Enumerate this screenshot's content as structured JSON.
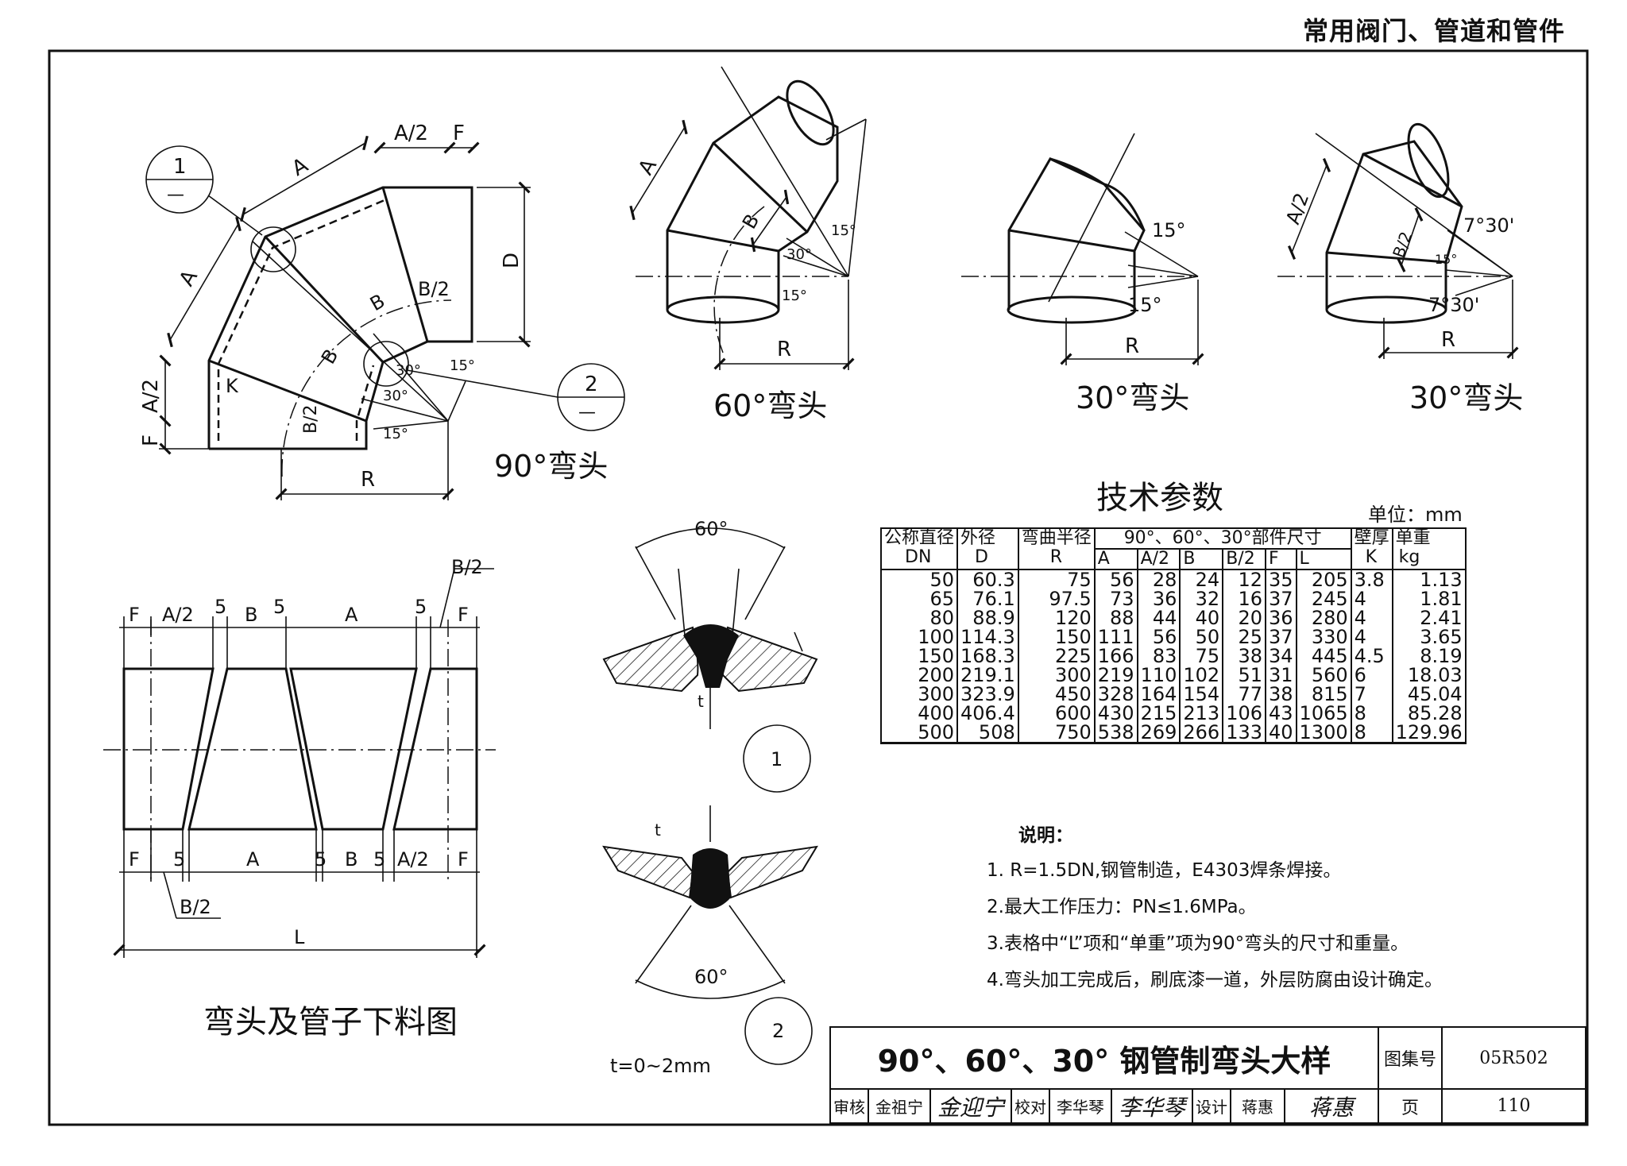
{
  "header": {
    "category": "常用阀门、管道和管件"
  },
  "figures": {
    "elbow90": {
      "caption": "90°弯头",
      "callout1_num": "1",
      "callout1_den": "—",
      "callout2_num": "2",
      "callout2_den": "—",
      "labels": {
        "A": "A",
        "A2": "A/2",
        "F": "F",
        "D": "D",
        "B": "B",
        "B2": "B/2",
        "K": "K",
        "R": "R",
        "ang30a": "30°",
        "ang30b": "30°",
        "ang15a": "15°",
        "ang15b": "15°"
      }
    },
    "elbow60": {
      "caption": "60°弯头",
      "labels": {
        "A": "A",
        "B": "B",
        "R": "R",
        "ang15a": "15°",
        "ang30": "30°",
        "ang15b": "15°"
      }
    },
    "elbow30a": {
      "caption": "30°弯头",
      "labels": {
        "R": "R",
        "ang15a": "15°",
        "ang15b": "15°"
      }
    },
    "elbow30b": {
      "caption": "30°弯头",
      "labels": {
        "A2": "A/2",
        "B2": "B/2",
        "R": "R",
        "ang730a": "7°30'",
        "ang15": "15°",
        "ang730b": "7°30'"
      }
    },
    "cutting": {
      "caption": "弯头及管子下料图",
      "top_labels": [
        "F",
        "A/2",
        "5",
        "B",
        "5",
        "A",
        "5",
        "F"
      ],
      "top_b2": "B/2",
      "bottom_labels": [
        "F",
        "5",
        "A",
        "5",
        "B",
        "5",
        "A/2",
        "F"
      ],
      "bottom_b2": "B/2",
      "L": "L"
    },
    "weld1": {
      "angle": "60°",
      "t_label": "t",
      "num": "1"
    },
    "weld2": {
      "angle": "60°",
      "t_label": "t",
      "num": "2",
      "t_range": "t=0~2mm"
    }
  },
  "table": {
    "title": "技术参数",
    "unit": "单位：mm",
    "headers": {
      "dn_top": "公称直径",
      "dn_bottom": "DN",
      "d_top": "外径",
      "d_bottom": "D",
      "r_top": "弯曲半径",
      "r_bottom": "R",
      "parts": "90°、60°、30°部件尺寸",
      "sub": [
        "A",
        "A/2",
        "B",
        "B/2",
        "F",
        "L"
      ],
      "k_top": "壁厚",
      "k_bottom": "K",
      "w_top": "单重",
      "w_bottom": "kg"
    },
    "rows": [
      [
        "50",
        "60.3",
        "75",
        "56",
        "28",
        "24",
        "12",
        "35",
        "205",
        "3.8",
        "1.13"
      ],
      [
        "65",
        "76.1",
        "97.5",
        "73",
        "36",
        "32",
        "16",
        "37",
        "245",
        "4",
        "1.81"
      ],
      [
        "80",
        "88.9",
        "120",
        "88",
        "44",
        "40",
        "20",
        "36",
        "280",
        "4",
        "2.41"
      ],
      [
        "100",
        "114.3",
        "150",
        "111",
        "56",
        "50",
        "25",
        "37",
        "330",
        "4",
        "3.65"
      ],
      [
        "150",
        "168.3",
        "225",
        "166",
        "83",
        "75",
        "38",
        "34",
        "445",
        "4.5",
        "8.19"
      ],
      [
        "200",
        "219.1",
        "300",
        "219",
        "110",
        "102",
        "51",
        "31",
        "560",
        "6",
        "18.03"
      ],
      [
        "300",
        "323.9",
        "450",
        "328",
        "164",
        "154",
        "77",
        "38",
        "815",
        "7",
        "45.04"
      ],
      [
        "400",
        "406.4",
        "600",
        "430",
        "215",
        "213",
        "106",
        "43",
        "1065",
        "8",
        "85.28"
      ],
      [
        "500",
        "508",
        "750",
        "538",
        "269",
        "266",
        "133",
        "40",
        "1300",
        "8",
        "129.96"
      ]
    ]
  },
  "notes": {
    "heading": "说明：",
    "items": [
      "1. R=1.5DN,钢管制造，E4303焊条焊接。",
      "2.最大工作压力：PN≤1.6MPa。",
      "3.表格中“L”项和“单重”项为90°弯头的尺寸和重量。",
      "4.弯头加工完成后，刷底漆一道，外层防腐由设计确定。"
    ]
  },
  "title_block": {
    "title": "90°、60°、30° 钢管制弯头大样",
    "atlas_label": "图集号",
    "atlas_no": "05R502",
    "review_label": "审核",
    "reviewer": "金祖宁",
    "reviewer_sig": "金迎宁",
    "check_label": "校对",
    "checker": "李华琴",
    "checker_sig": "李华琴",
    "design_label": "设计",
    "designer": "蒋惠",
    "designer_sig": "蒋惠",
    "page_label": "页",
    "page_no": "110"
  }
}
